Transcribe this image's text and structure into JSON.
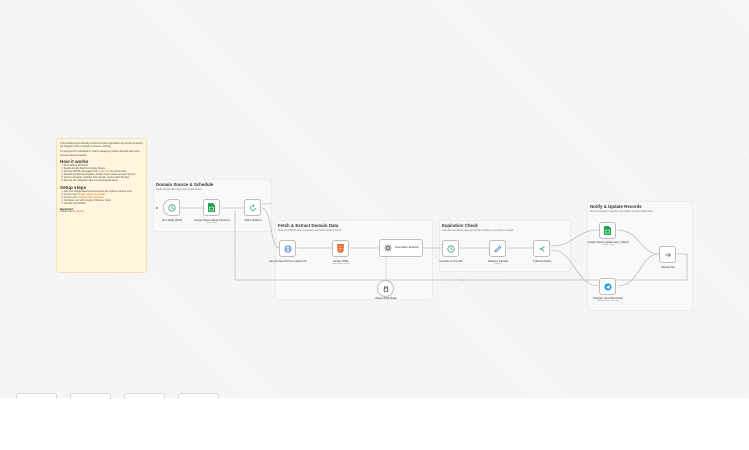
{
  "note": {
    "intro_1": "This workflow automatically monitors domain registration and sends reminders",
    "intro_2": "via Telegram when a domain is close to expiring.",
    "intro_3": "It's designed for individuals or teams managing multiple domains and helps",
    "intro_4": "prevent missed renewals.",
    "how_title": "How it works",
    "how_steps": [
      "Runs daily at 08:00 AM",
      "Reads domain data from Google Sheets",
      "Fetches WHOIS information from",
      "Extracts the data: Expiry/date, domain owner, status decoded using AI",
      "Sends a Telegram reminder if the domain expires within 30 days",
      "Records the notification date to avoid duplicate alerts"
    ],
    "how_link": "whois.com",
    "how_link_suffix": "for each domain",
    "setup_title": "Setup steps",
    "setup_steps": [
      "Add your Google Sheets ID and ensure the required columns exist",
      "Connect your",
      "Connect your",
      "Configure your LLM provider (Ollama or other)",
      "Activate the workflow"
    ],
    "setup_link_1": "Google Sheets credentials",
    "setup_link_2": "Telegram Bot credentials",
    "help_title": "Need Help?",
    "help_text": "Contact me on",
    "help_link": "LinkedIn"
  },
  "groups": {
    "source": {
      "title": "Domain Source & Schedule",
      "desc": "Loads domain data daily from Google Sheets."
    },
    "fetch": {
      "title": "Fetch & Extract Domain Data",
      "desc": "Retrieves WHOIS data and extracts expiration details using AI."
    },
    "expiration": {
      "title": "Expiration Check",
      "desc": "Calculates remaining days and decides whether a reminder is needed."
    },
    "notify": {
      "title": "Notify & Update Records",
      "desc": "Sends a Telegram reminder and updates the last notified date."
    }
  },
  "nodes": {
    "cron": {
      "label": "Cron (Daily 08:00)"
    },
    "gsheet_read": {
      "label": "Google Sheets (Read Domains)",
      "sub": "read: sheet"
    },
    "split": {
      "label": "Split In Batches"
    },
    "http": {
      "label": "Get raw data html from whois.com"
    },
    "extract_html": {
      "label": "Extract HTML",
      "sub": "extractHtmlContent"
    },
    "info_extractor": {
      "label": "Information Extractor"
    },
    "ollama": {
      "label": "Ollama Chat Model"
    },
    "datetime": {
      "label": "Get Date & Time Diff"
    },
    "whatnew": {
      "label": "Whatnew maintain",
      "sub": "manual"
    },
    "if_notify": {
      "label": "If (Should Notify)"
    },
    "gsheet_update": {
      "label": "Google Sheets (Update last_notified)",
      "sub": "update: sheet"
    },
    "telegram": {
      "label": "Telegram (Send Reminder)",
      "sub": "sendMessage: message"
    },
    "replace": {
      "label": "Replace Me"
    }
  },
  "colors": {
    "sheets": "#16a34a",
    "cron": "#27a06a",
    "http": "#3b6fd8",
    "html": "#e36a2b",
    "telegram": "#229ed9",
    "edge": "#bfbfbf",
    "note_bg": "#fff6dd"
  },
  "icons": {
    "cron": "clock-icon",
    "sheets": "google-sheets-icon",
    "split": "refresh-icon",
    "http": "globe-icon",
    "html": "html-icon",
    "ai": "ai-extractor-icon",
    "ollama": "ollama-icon",
    "datetime": "clock-icon",
    "whatnew": "pencil-icon",
    "if": "branch-icon",
    "telegram": "telegram-icon",
    "replace": "arrow-right-icon"
  }
}
